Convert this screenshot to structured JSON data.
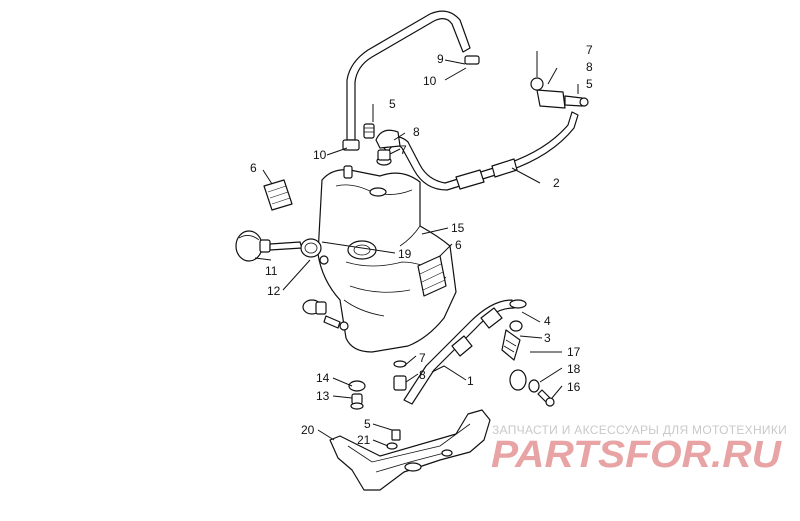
{
  "callouts": {
    "c1": "1",
    "c2": "2",
    "c3": "3",
    "c4": "4",
    "c5a": "5",
    "c5b": "5",
    "c5c": "5",
    "c6a": "6",
    "c6b": "6",
    "c7a": "7",
    "c7b": "7",
    "c7c": "7",
    "c8a": "8",
    "c8b": "8",
    "c8c": "8",
    "c9": "9",
    "c10a": "10",
    "c10b": "10",
    "c11": "11",
    "c12": "12",
    "c13": "13",
    "c14": "14",
    "c15": "15",
    "c16": "16",
    "c17": "17",
    "c18": "18",
    "c19": "19",
    "c20": "20",
    "c21": "21"
  },
  "watermark": {
    "caption": "ЗАПЧАСТИ И АКСЕССУАРЫ ДЛЯ МОТОТЕХНИКИ",
    "logo_text": "PARTSFOR.RU",
    "color": "#e8a4a4"
  }
}
